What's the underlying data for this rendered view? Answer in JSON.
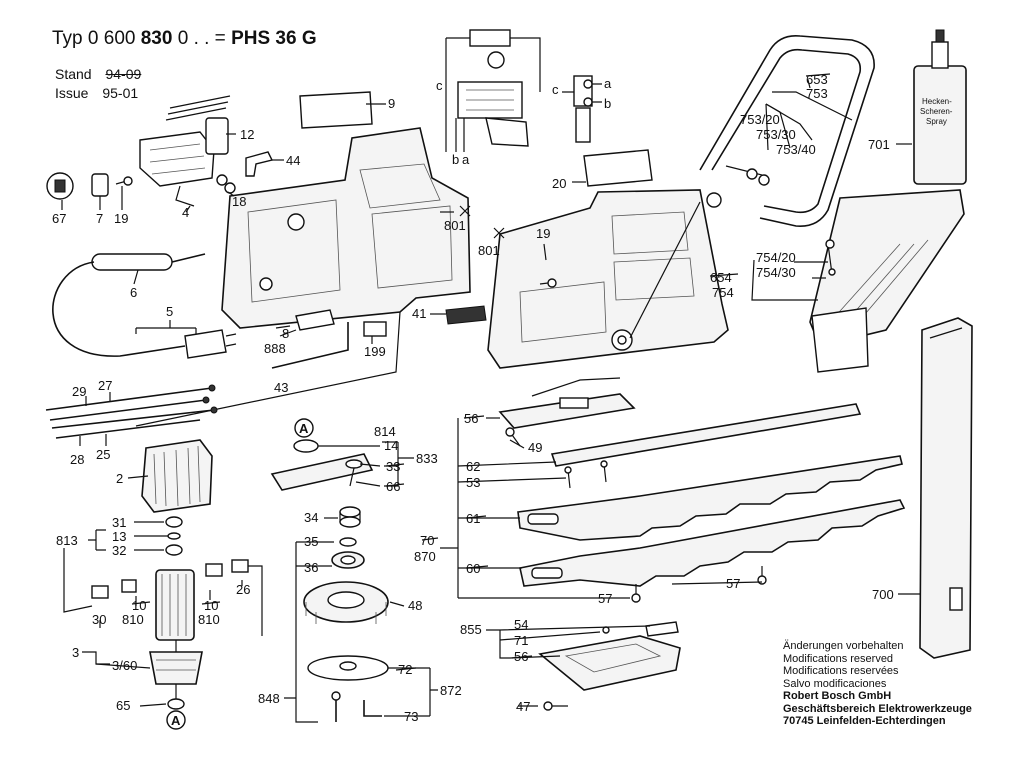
{
  "header": {
    "typ_label": "Typ",
    "typ_prefix": "0 600",
    "typ_bold": "830",
    "typ_suffix": "0 . . =",
    "model": "PHS 36 G"
  },
  "revision": {
    "stand_label": "Stand",
    "stand_value": "94-09",
    "issue_label": "Issue",
    "issue_value": "95-01"
  },
  "notes": {
    "line1": "Änderungen vorbehalten",
    "line2": "Modifications reserved",
    "line3": "Modifications reservées",
    "line4": "Salvo modificaciones",
    "company1": "Robert Bosch GmbH",
    "company2": "Geschäftsbereich Elektrowerkzeuge",
    "company3": "70745 Leinfelden-Echterdingen"
  },
  "wiring": {
    "a": "a",
    "b": "b",
    "c": "c"
  },
  "spray_label": "Hecken-\nScheren-\nSpray",
  "marker": "A",
  "callouts": [
    {
      "id": "p9",
      "text": "9"
    },
    {
      "id": "p12",
      "text": "12"
    },
    {
      "id": "p44",
      "text": "44"
    },
    {
      "id": "p18",
      "text": "18"
    },
    {
      "id": "p4",
      "text": "4"
    },
    {
      "id": "p67",
      "text": "67"
    },
    {
      "id": "p7",
      "text": "7"
    },
    {
      "id": "p19a",
      "text": "19"
    },
    {
      "id": "p6",
      "text": "6"
    },
    {
      "id": "p5",
      "text": "5"
    },
    {
      "id": "p801a",
      "text": "801"
    },
    {
      "id": "p801b",
      "text": "801"
    },
    {
      "id": "p19b",
      "text": "19"
    },
    {
      "id": "p20",
      "text": "20"
    },
    {
      "id": "p8",
      "text": "8"
    },
    {
      "id": "p888",
      "text": "888"
    },
    {
      "id": "p199",
      "text": "199"
    },
    {
      "id": "p43",
      "text": "43"
    },
    {
      "id": "p41",
      "text": "41"
    },
    {
      "id": "p653",
      "text": "653"
    },
    {
      "id": "p753",
      "text": "753"
    },
    {
      "id": "p753_20",
      "text": "753/20"
    },
    {
      "id": "p753_30",
      "text": "753/30"
    },
    {
      "id": "p753_40",
      "text": "753/40"
    },
    {
      "id": "p701",
      "text": "701"
    },
    {
      "id": "p754_20",
      "text": "754/20"
    },
    {
      "id": "p754_30",
      "text": "754/30"
    },
    {
      "id": "p654",
      "text": "654"
    },
    {
      "id": "p754",
      "text": "754"
    },
    {
      "id": "p29",
      "text": "29"
    },
    {
      "id": "p27",
      "text": "27"
    },
    {
      "id": "p28",
      "text": "28"
    },
    {
      "id": "p25",
      "text": "25"
    },
    {
      "id": "p2",
      "text": "2"
    },
    {
      "id": "p813",
      "text": "813"
    },
    {
      "id": "p31",
      "text": "31"
    },
    {
      "id": "p13",
      "text": "13"
    },
    {
      "id": "p32",
      "text": "32"
    },
    {
      "id": "p30",
      "text": "30"
    },
    {
      "id": "p10a",
      "text": "10"
    },
    {
      "id": "p810a",
      "text": "810"
    },
    {
      "id": "p10b",
      "text": "10"
    },
    {
      "id": "p810b",
      "text": "810"
    },
    {
      "id": "p26",
      "text": "26"
    },
    {
      "id": "p3",
      "text": "3"
    },
    {
      "id": "p3_60",
      "text": "3/60"
    },
    {
      "id": "p65",
      "text": "65"
    },
    {
      "id": "p814",
      "text": "814"
    },
    {
      "id": "p14",
      "text": "14"
    },
    {
      "id": "p833",
      "text": "833"
    },
    {
      "id": "p33",
      "text": "33"
    },
    {
      "id": "p66",
      "text": "66"
    },
    {
      "id": "p34",
      "text": "34"
    },
    {
      "id": "p35",
      "text": "35"
    },
    {
      "id": "p36",
      "text": "36"
    },
    {
      "id": "p48",
      "text": "48"
    },
    {
      "id": "p72",
      "text": "72"
    },
    {
      "id": "p848",
      "text": "848"
    },
    {
      "id": "p872",
      "text": "872"
    },
    {
      "id": "p73",
      "text": "73"
    },
    {
      "id": "p56a",
      "text": "56"
    },
    {
      "id": "p49",
      "text": "49"
    },
    {
      "id": "p62",
      "text": "62"
    },
    {
      "id": "p53",
      "text": "53"
    },
    {
      "id": "p61",
      "text": "61"
    },
    {
      "id": "p70",
      "text": "70"
    },
    {
      "id": "p870",
      "text": "870"
    },
    {
      "id": "p60",
      "text": "60"
    },
    {
      "id": "p57a",
      "text": "57"
    },
    {
      "id": "p57b",
      "text": "57"
    },
    {
      "id": "p855",
      "text": "855"
    },
    {
      "id": "p54",
      "text": "54"
    },
    {
      "id": "p71",
      "text": "71"
    },
    {
      "id": "p56b",
      "text": "56"
    },
    {
      "id": "p47",
      "text": "47"
    },
    {
      "id": "p700",
      "text": "700"
    }
  ]
}
